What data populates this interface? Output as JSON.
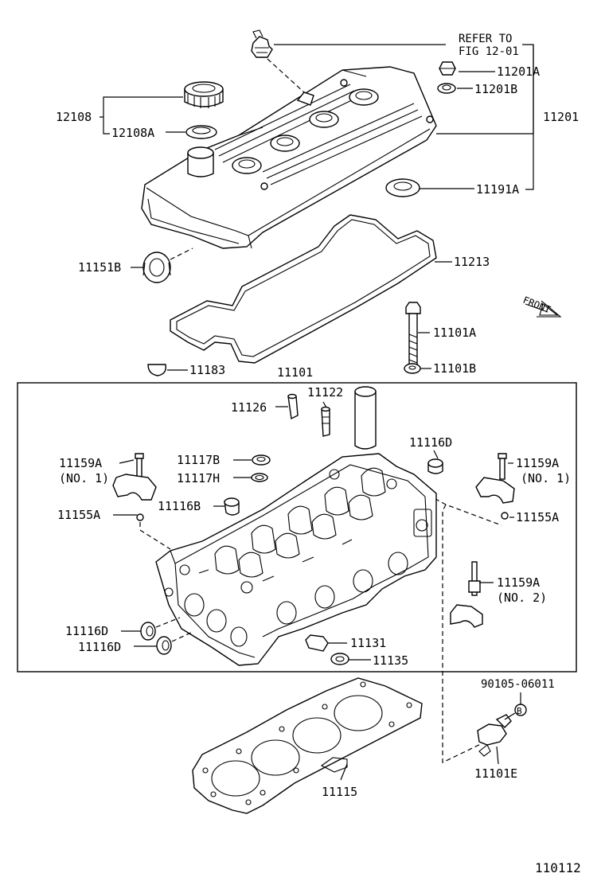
{
  "page_id": "110112",
  "labels": {
    "refer_to_line1": "REFER TO",
    "refer_to_line2": "FIG 12-01",
    "p12108": "12108",
    "p12108A": "12108A",
    "p11201A": "11201A",
    "p11201B": "11201B",
    "p11201": "11201",
    "p11191A": "11191A",
    "p11151B": "11151B",
    "p11213": "11213",
    "front": "FRONT",
    "p11101A": "11101A",
    "p11101B": "11101B",
    "p11183": "11183",
    "p11101": "11101",
    "p11122": "11122",
    "p11126": "11126",
    "p11116D_top": "11116D",
    "p11159A_left": "11159A",
    "no1_left": "(NO. 1)",
    "p11117B": "11117B",
    "p11117H": "11117H",
    "p11159A_right": "11159A",
    "no1_right": "(NO. 1)",
    "p11155A_left": "11155A",
    "p11116B": "11116B",
    "p11155A_right": "11155A",
    "p11159A_no2": "11159A",
    "no2": "(NO. 2)",
    "p11116D_a": "11116D",
    "p11116D_b": "11116D",
    "p11131": "11131",
    "p11135": "11135",
    "p90105": "90105-06011",
    "callout_b": "B",
    "p11101E": "11101E",
    "p11115": "11115"
  }
}
